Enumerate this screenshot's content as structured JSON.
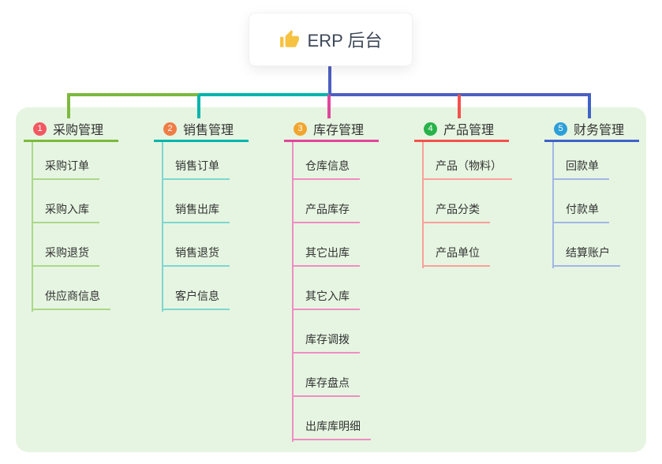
{
  "root": {
    "title": "ERP 后台",
    "icon": "thumbs-up-icon",
    "icon_color": "#f5c242"
  },
  "colors": {
    "panel_bg": "#e6f5e1",
    "stem": "#4d5ec1",
    "text": "#333333",
    "root_text": "#3d4757"
  },
  "branches": [
    {
      "badge": "1",
      "title": "采购管理",
      "color": "#7cb93e",
      "light_color": "#a9d88a",
      "badge_color": "#f25862",
      "children": [
        "采购订单",
        "采购入库",
        "采购退货",
        "供应商信息"
      ]
    },
    {
      "badge": "2",
      "title": "销售管理",
      "color": "#00b5ad",
      "light_color": "#7fd6d0",
      "badge_color": "#ef7d45",
      "children": [
        "销售订单",
        "销售出库",
        "销售退货",
        "客户信息"
      ]
    },
    {
      "badge": "3",
      "title": "库存管理",
      "color": "#e0459c",
      "light_color": "#f08cc5",
      "badge_color": "#f2a52e",
      "children": [
        "仓库信息",
        "产品库存",
        "其它出库",
        "其它入库",
        "库存调拨",
        "库存盘点",
        "出库库明细"
      ]
    },
    {
      "badge": "4",
      "title": "产品管理",
      "color": "#f4514d",
      "light_color": "#f9a09b",
      "badge_color": "#27b24a",
      "children": [
        "产品（物料）",
        "产品分类",
        "产品单位"
      ]
    },
    {
      "badge": "5",
      "title": "财务管理",
      "color": "#3f62c8",
      "light_color": "#a2b6e6",
      "badge_color": "#2d9fd9",
      "children": [
        "回款单",
        "付款单",
        "结算账户"
      ]
    }
  ]
}
